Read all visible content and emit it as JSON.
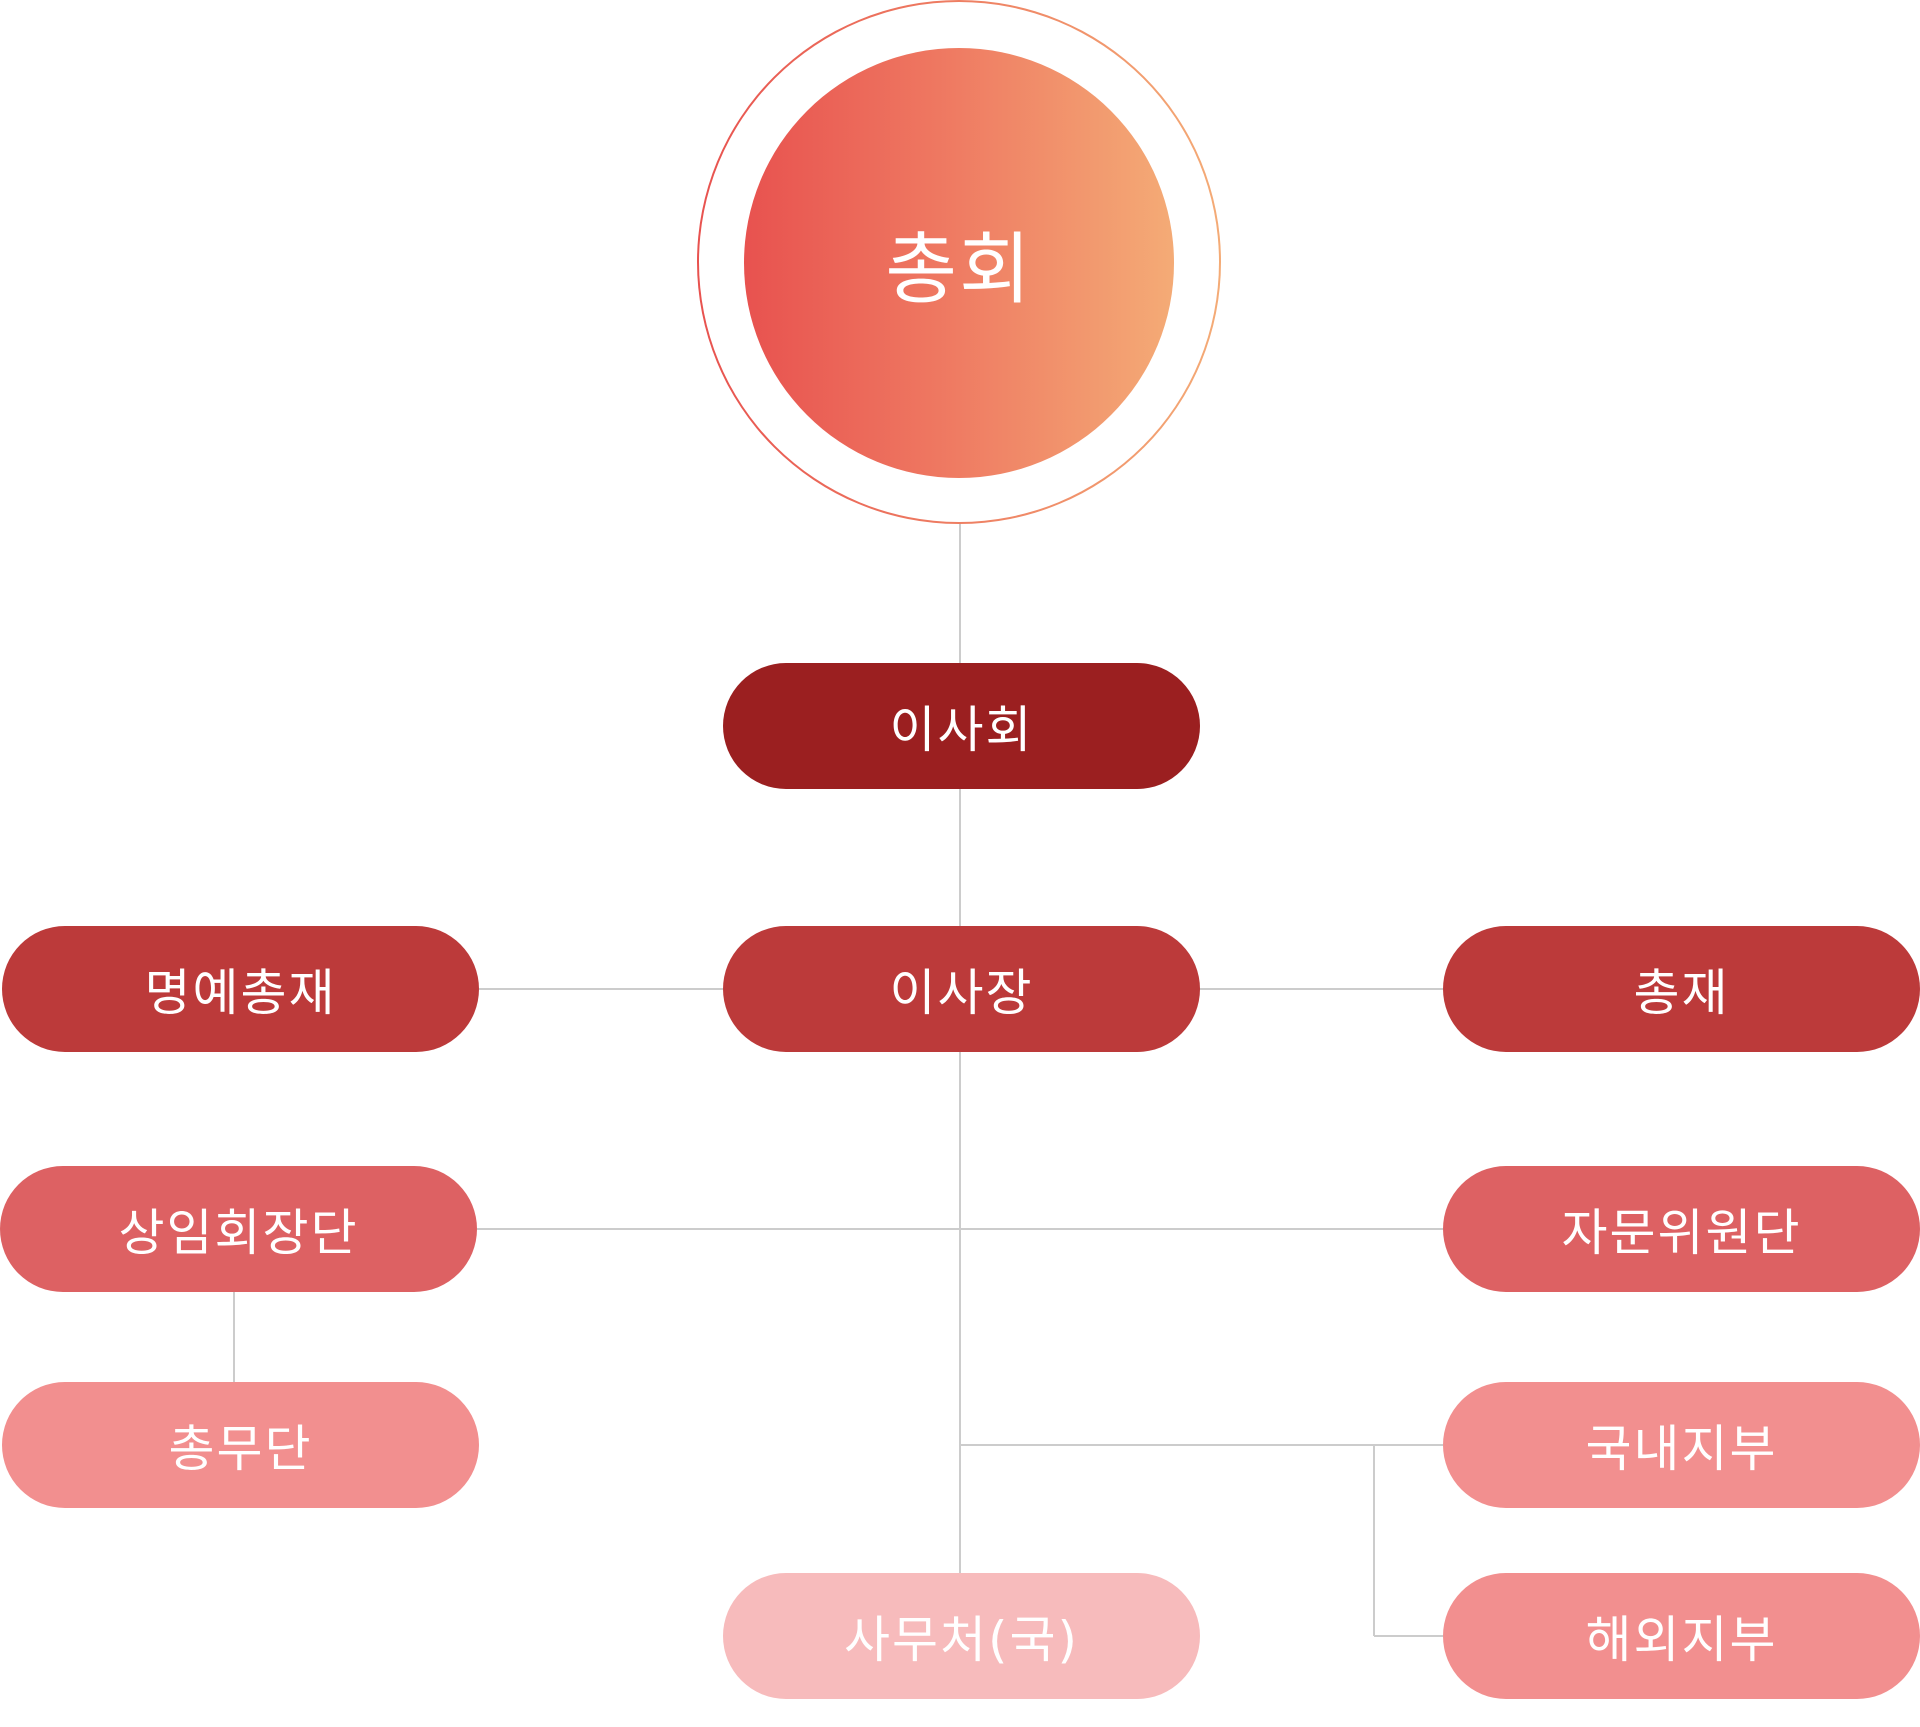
{
  "colors": {
    "root_gradient_start": "#e8524f",
    "root_gradient_end": "#f4ab76",
    "level1": "#9b1f20",
    "level2": "#bc3a3a",
    "level3": "#dd6163",
    "level4": "#f28f8f",
    "level5": "#f7bbbc",
    "connector": "#cccccc"
  },
  "root": {
    "label": "총회"
  },
  "nodes": {
    "board": {
      "label": "이사회"
    },
    "chairman": {
      "label": "이사장"
    },
    "honorary_president": {
      "label": "명예총재"
    },
    "president": {
      "label": "총재"
    },
    "standing_vice_chairs": {
      "label": "상임회장단"
    },
    "advisory_committee": {
      "label": "자문위원단"
    },
    "general_affairs": {
      "label": "총무단"
    },
    "domestic_branches": {
      "label": "국내지부"
    },
    "overseas_branches": {
      "label": "해외지부"
    },
    "secretariat": {
      "label": "사무처(국)"
    }
  }
}
